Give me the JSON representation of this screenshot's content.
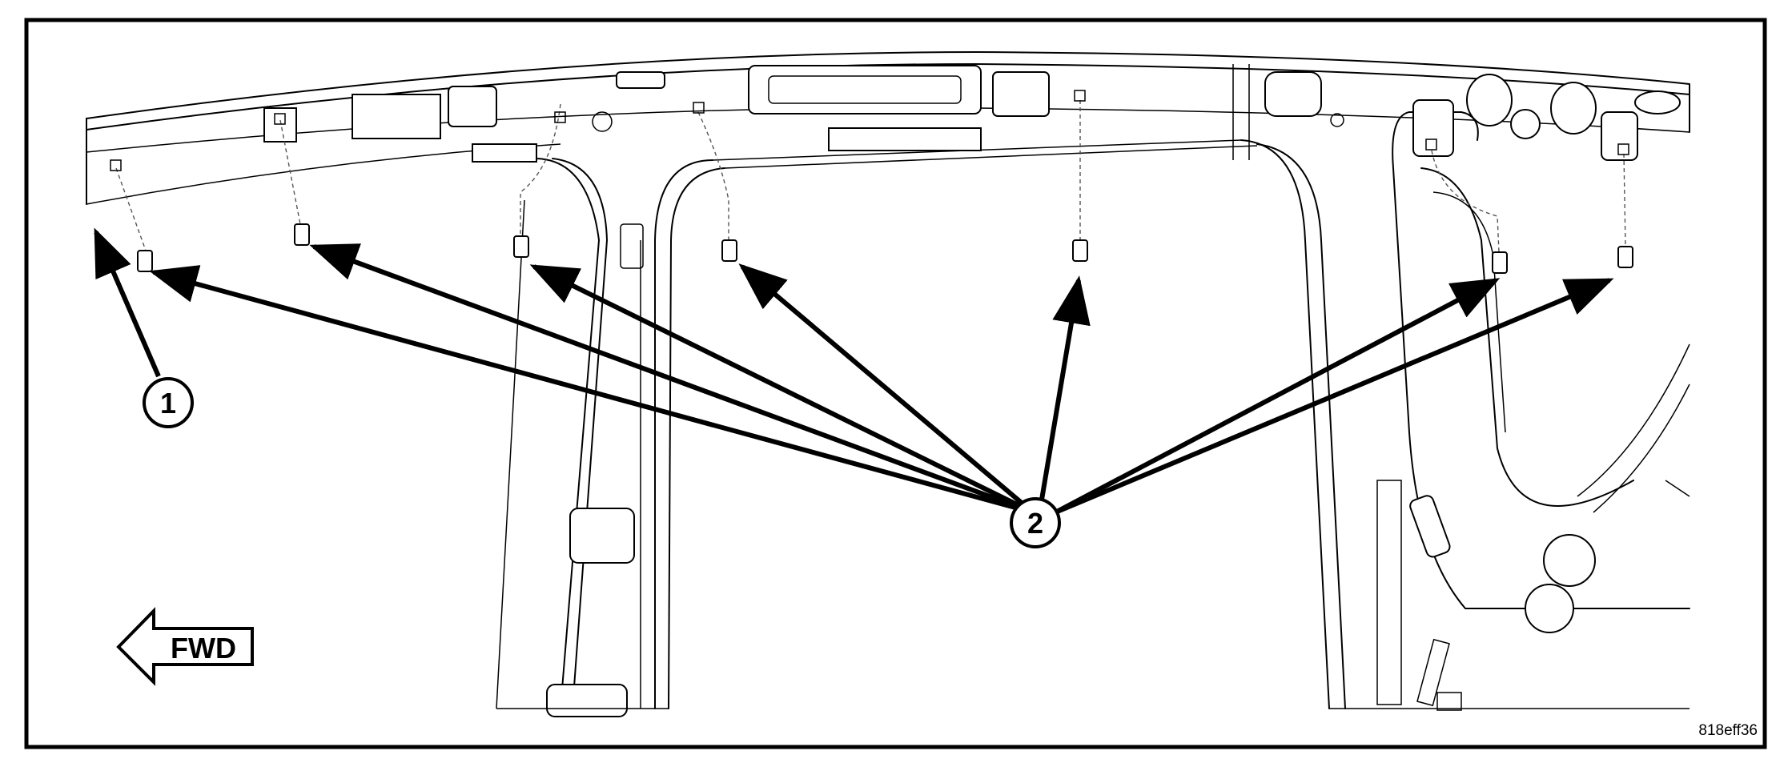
{
  "diagram": {
    "callouts": [
      {
        "id": "callout-1",
        "label": "1"
      },
      {
        "id": "callout-2",
        "label": "2"
      }
    ],
    "direction_label": "FWD",
    "figure_code": "818eff36"
  },
  "colors": {
    "ink": "#000000",
    "paper": "#ffffff",
    "dash": "#555555"
  }
}
